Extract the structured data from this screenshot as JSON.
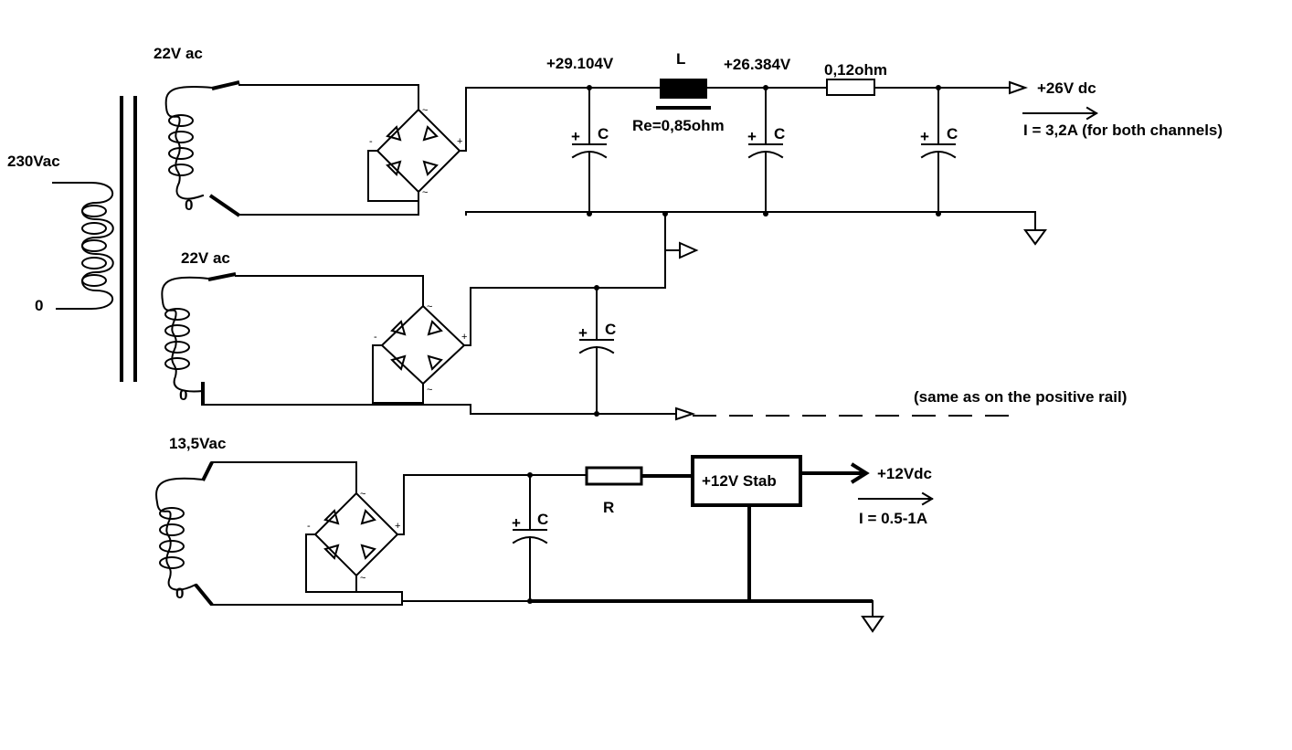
{
  "labels": {
    "primary": "230Vac",
    "primary_zero": "0",
    "sec1": "22V ac",
    "sec1_zero": "0",
    "sec2": "22V ac",
    "sec2_zero": "0",
    "sec3": "13,5Vac",
    "sec3_zero": "0",
    "v1": "+29.104V",
    "inductor": "L",
    "inductor_re": "Re=0,85ohm",
    "v2": "+26.384V",
    "resistor_val": "0,12ohm",
    "out_pos": "+26V  dc",
    "out_pos_current": "I = 3,2A (for both channels)",
    "neg_rail_note": "(same as on the positive rail)",
    "resistor_r": "R",
    "stab": "+12V Stab",
    "out_12": "+12Vdc",
    "out_12_current": "I =  0.5-1A",
    "cap": "C",
    "plus": "+",
    "minus": "-",
    "tilde": "~"
  }
}
